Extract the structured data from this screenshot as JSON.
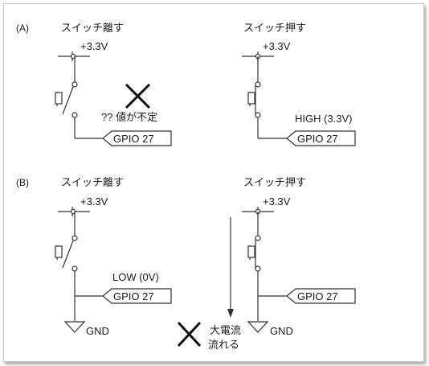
{
  "sections": [
    {
      "label": "(A)",
      "left": {
        "state": "スイッチ離す",
        "vcc": "+3.3V",
        "result": "?? 値が不定",
        "pin": "GPIO 27"
      },
      "right": {
        "state": "スイッチ押す",
        "vcc": "+3.3V",
        "result": "HIGH (3.3V)",
        "pin": "GPIO 27"
      }
    },
    {
      "label": "(B)",
      "left": {
        "state": "スイッチ離す",
        "vcc": "+3.3V",
        "result": "LOW (0V)",
        "pin": "GPIO 27",
        "gnd": "GND"
      },
      "right": {
        "state": "スイッチ押す",
        "vcc": "+3.3V",
        "pin": "GPIO 27",
        "gnd": "GND",
        "current_note_1": "大電流",
        "current_note_2": "流れる"
      }
    }
  ],
  "colors": {
    "line": "#333333",
    "text": "#1a1a1a",
    "frame_border": "#c8c8c8",
    "cross": "#111111"
  }
}
